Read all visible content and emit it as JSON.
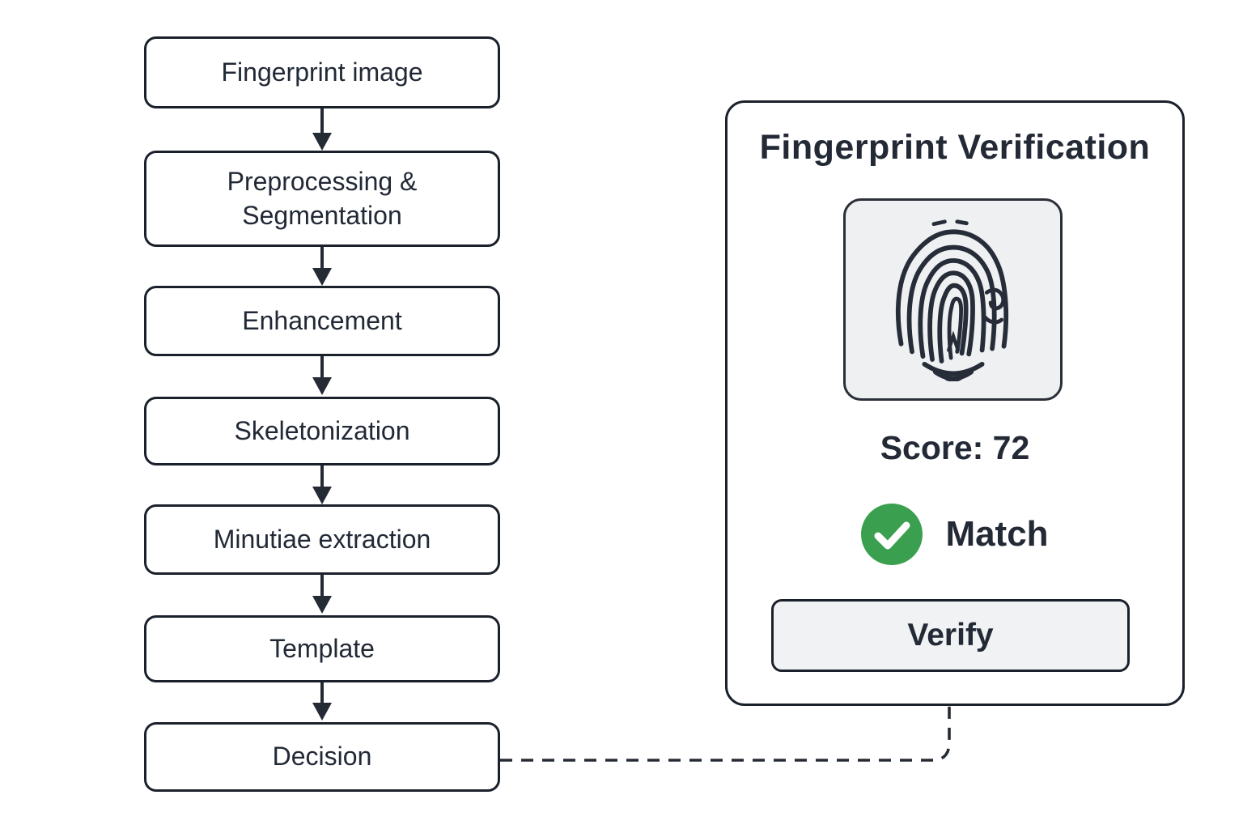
{
  "colors": {
    "ink": "#222936",
    "border": "#1b212b",
    "success_green": "#3aa04f",
    "tile_background": "#eff0f2",
    "button_background": "#f1f2f4"
  },
  "flowchart": {
    "steps": [
      {
        "label": "Fingerprint image"
      },
      {
        "label": "Preprocessing & Segmentation"
      },
      {
        "label": "Enhancement"
      },
      {
        "label": "Skeletonization"
      },
      {
        "label": "Minutiae extraction"
      },
      {
        "label": "Template"
      },
      {
        "label": "Decision"
      }
    ]
  },
  "panel": {
    "title": "Fingerprint Verification",
    "score_text": "Score: 72",
    "match_label": "Match",
    "verify_label": "Verify",
    "icons": {
      "fingerprint": "fingerprint-icon",
      "check": "check-icon"
    }
  }
}
